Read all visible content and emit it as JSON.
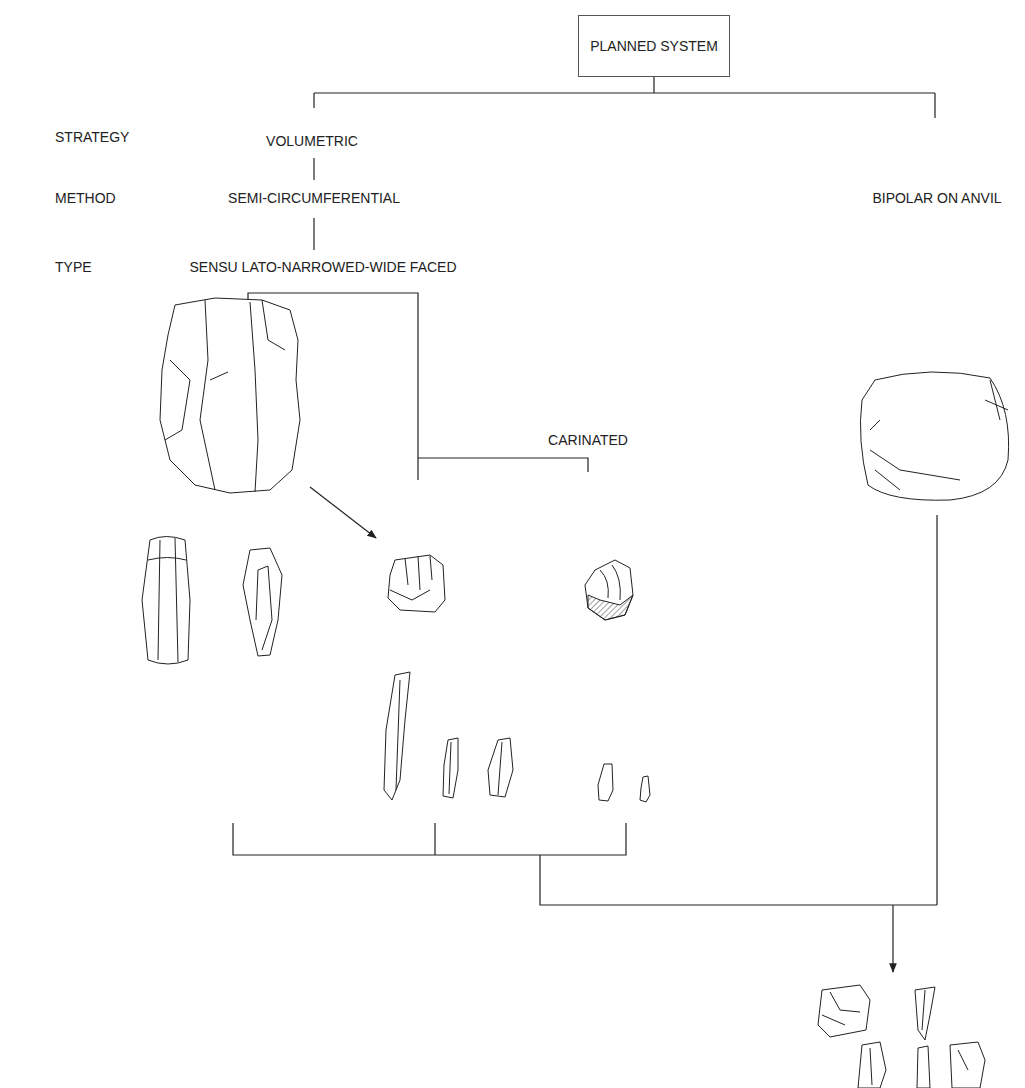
{
  "diagram": {
    "nodes": [
      {
        "text": [
          "PLANNED SYSTEM"
        ]
      }
    ],
    "labels": [
      "STRATEGY",
      "METHOD",
      "TYPE",
      "VOLUMETRIC",
      "SEMI-CIRCUMFERENTIAL",
      "BIPOLAR ON ANVIL",
      "SENSU LATO-NARROWED-WIDE FACED",
      "CARINATED"
    ]
  }
}
